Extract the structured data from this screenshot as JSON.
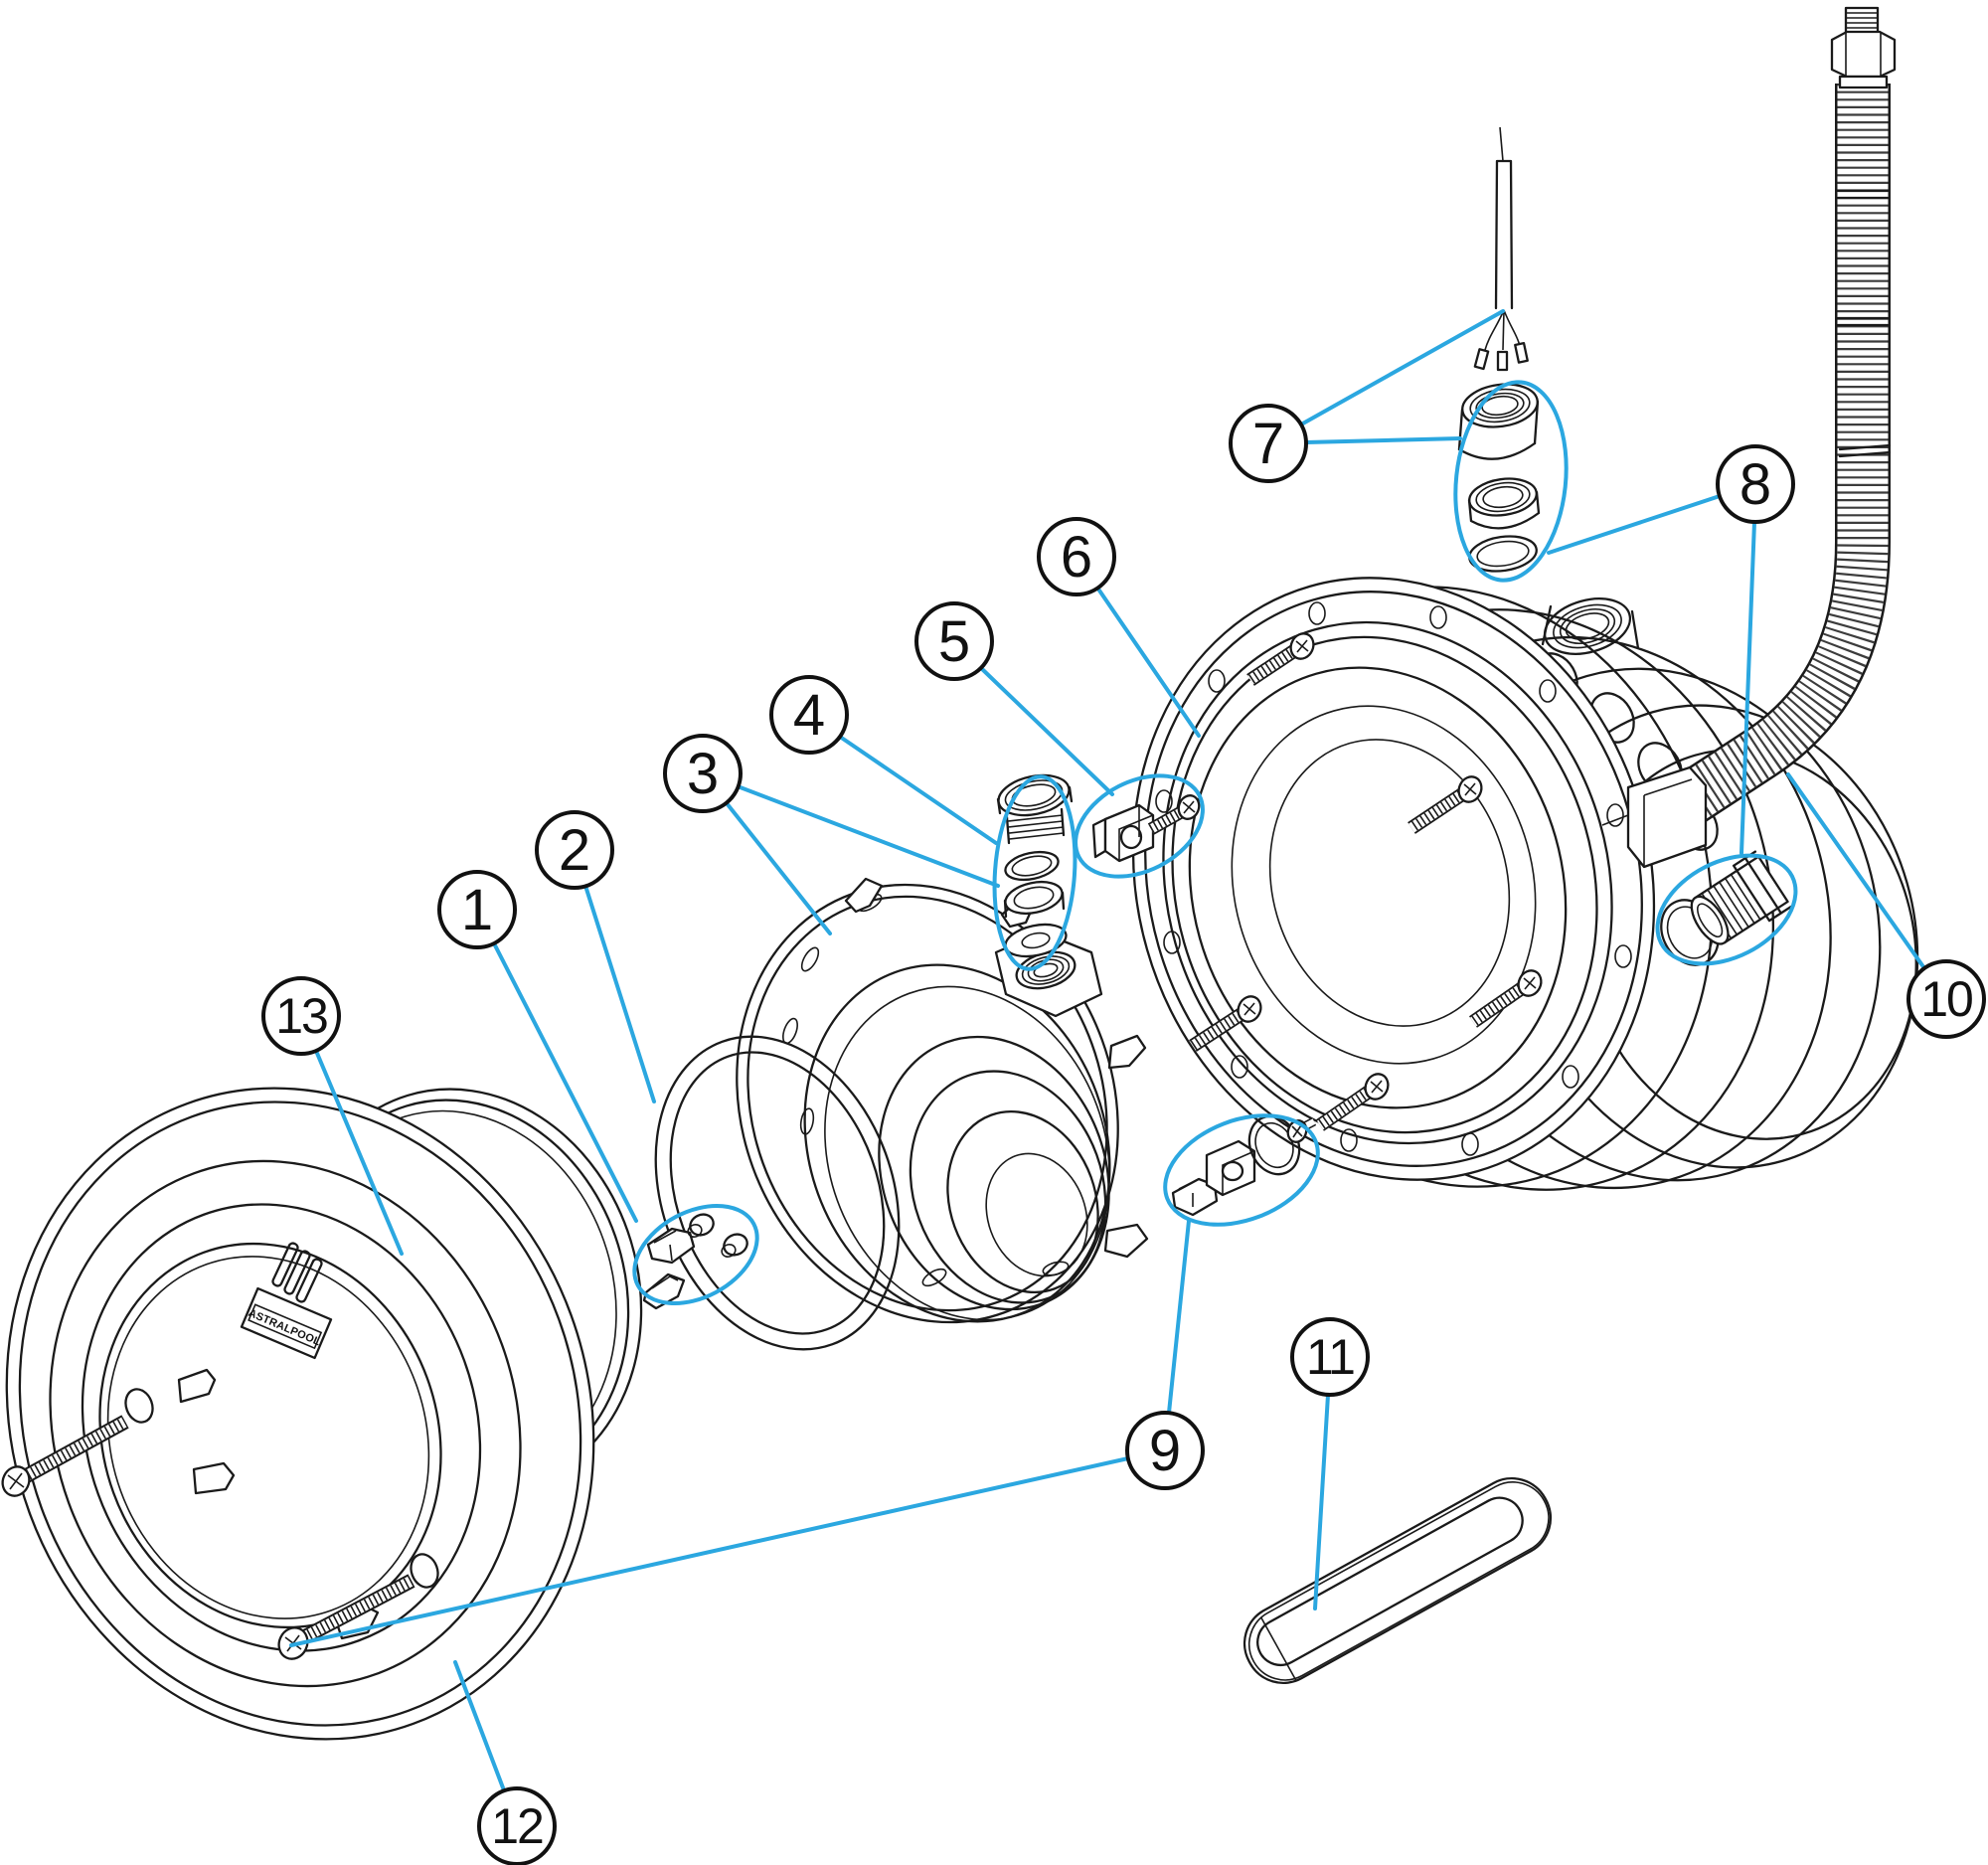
{
  "diagram": {
    "background": "#ffffff",
    "art_color": "#1a1a1a",
    "leader_color": "#2ba7e0",
    "brand_label": "ASTRALPOOL",
    "callouts": [
      {
        "number": "1"
      },
      {
        "number": "2"
      },
      {
        "number": "3"
      },
      {
        "number": "4"
      },
      {
        "number": "5"
      },
      {
        "number": "6"
      },
      {
        "number": "7"
      },
      {
        "number": "8"
      },
      {
        "number": "9"
      },
      {
        "number": "10"
      },
      {
        "number": "11"
      },
      {
        "number": "12"
      },
      {
        "number": "13"
      }
    ]
  }
}
